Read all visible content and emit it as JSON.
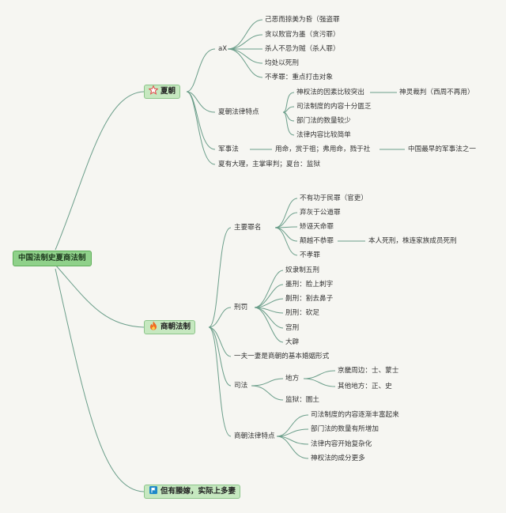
{
  "root": "中国法制史夏商法制",
  "xia": {
    "title": "夏朝",
    "ax": {
      "label": "aX",
      "items": [
        "己恶而掠美为昏（强盗罪",
        "贪以败官为墨（贪污罪）",
        "杀人不忌为贼（杀人罪）",
        "均处以死刑",
        "不孝罪：重点打击对象"
      ]
    },
    "features": {
      "label": "夏朝法律特点",
      "items": [
        "神权法的因素比较突出",
        "司法制度的内容十分匮乏",
        "部门法的数量较少",
        "法律内容比较简单"
      ],
      "note": "神灵裁判（西周不再用）"
    },
    "military": {
      "label": "军事法",
      "text": "用命，赏于祖；弗用命，戮于社",
      "note": "中国最早的军事法之一"
    },
    "prison": "夏有大理，主掌审判；夏台：监狱"
  },
  "shang": {
    "title": "商朝法制",
    "crimes": {
      "label": "主要罪名",
      "items": [
        "不有功于民罪（官吏）",
        "弃灰于公道罪",
        "矫诬天命罪",
        "颠越不恭罪",
        "不孝罪"
      ],
      "note": "本人死刑，株连家族成员死刑"
    },
    "punish": {
      "label": "刑罚",
      "items": [
        "奴隶制五刑",
        "墨刑：脸上刺字",
        "劓刑：割去鼻子",
        "刖刑：砍足",
        "宫刑",
        "大辟"
      ]
    },
    "marriage": "一夫一妻是商朝的基本婚姻形式",
    "judicial": {
      "label": "司法",
      "local": "地方",
      "local_items": [
        "京畿周边：士、蒙士",
        "其他地方：正、史"
      ],
      "prison": "监狱：圜土"
    },
    "features": {
      "label": "商朝法律特点",
      "items": [
        "司法制度的内容逐渐丰富起来",
        "部门法的数量有所增加",
        "法律内容开始复杂化",
        "神权法的成分更多"
      ]
    }
  },
  "polygamy": "但有媵嫁，实际上多妻",
  "colors": {
    "line": "#6b9e8a",
    "node_bg": "#c6e8c0",
    "root_bg": "#8fd18a"
  }
}
